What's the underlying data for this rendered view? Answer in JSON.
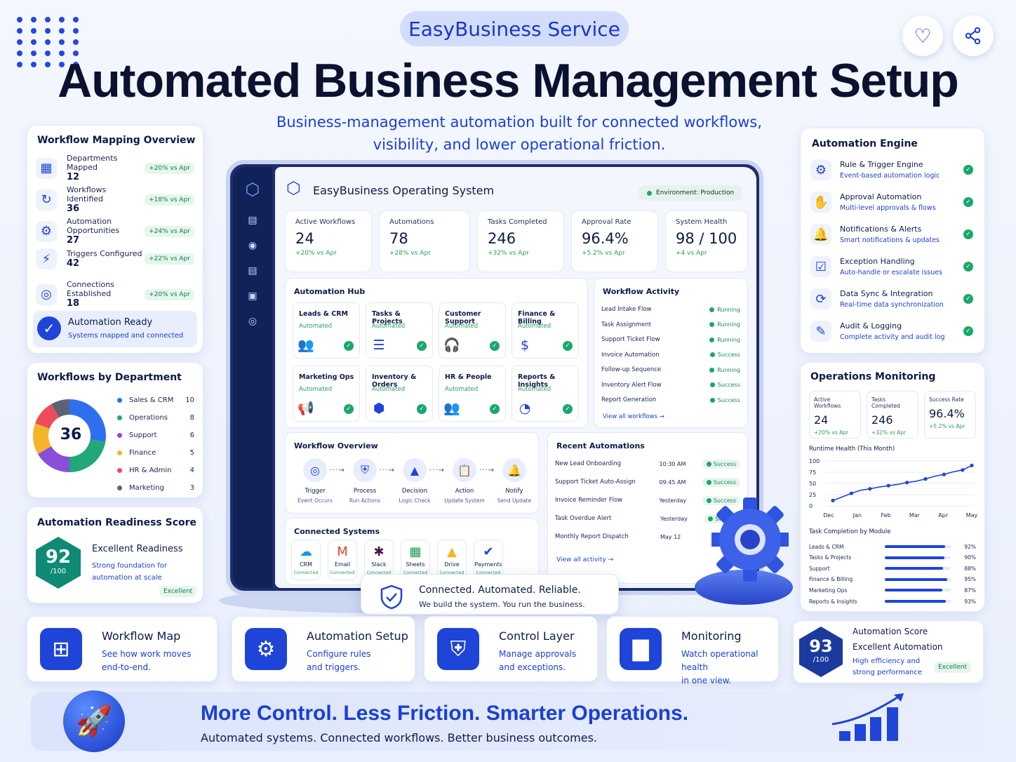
{
  "header": {
    "brand_pill": "EasyBusiness Service",
    "title": "Automated Business Management Setup",
    "subtitle_line1": "Business-management automation built for connected workflows,",
    "subtitle_line2": "visibility, and lower operational friction."
  },
  "actions": {
    "favorite_icon": "heart-icon",
    "share_icon": "share-icon"
  },
  "workflow_mapping": {
    "title": "Workflow Mapping Overview",
    "items": [
      {
        "label": "Departments Mapped",
        "value": "12",
        "delta": "+20% vs Apr",
        "icon": "building-icon"
      },
      {
        "label": "Workflows Identified",
        "value": "36",
        "delta": "+18% vs Apr",
        "icon": "cycle-icon"
      },
      {
        "label": "Automation Opportunities",
        "value": "27",
        "delta": "+24% vs Apr",
        "icon": "gear-icon"
      },
      {
        "label": "Triggers Configured",
        "value": "42",
        "delta": "+22% vs Apr",
        "icon": "bolt-icon"
      },
      {
        "label": "Connections Established",
        "value": "18",
        "delta": "+20% vs Apr",
        "icon": "network-icon"
      }
    ],
    "ready_title": "Automation Ready",
    "ready_sub": "Systems mapped and connected"
  },
  "dept": {
    "title": "Workflows by Department",
    "total": "36",
    "items": [
      {
        "name": "Sales & CRM",
        "value": 10,
        "color": "#2e6ff0"
      },
      {
        "name": "Operations",
        "value": 8,
        "color": "#22a779"
      },
      {
        "name": "Support",
        "value": 6,
        "color": "#8a4fd8"
      },
      {
        "name": "Finance",
        "value": 5,
        "color": "#f5b42a"
      },
      {
        "name": "HR & Admin",
        "value": 4,
        "color": "#ef4b5c"
      },
      {
        "name": "Marketing",
        "value": 3,
        "color": "#5b6476"
      }
    ]
  },
  "readiness": {
    "title": "Automation Readiness Score",
    "score": "92",
    "denom": "/100",
    "head": "Excellent Readiness",
    "desc1": "Strong foundation for",
    "desc2": "automation at scale",
    "badge": "Excellent"
  },
  "os": {
    "app_title": "EasyBusiness Operating System",
    "env": "Environment: Production",
    "kpis": [
      {
        "label": "Active Workflows",
        "value": "24",
        "delta": "+20% vs Apr"
      },
      {
        "label": "Automations",
        "value": "78",
        "delta": "+28% vs Apr"
      },
      {
        "label": "Tasks Completed",
        "value": "246",
        "delta": "+32% vs Apr"
      },
      {
        "label": "Approval Rate",
        "value": "96.4%",
        "delta": "+5.2% vs Apr"
      },
      {
        "label": "System Health",
        "value": "98 / 100",
        "delta": "+4 vs Apr"
      }
    ],
    "hub_title": "Automation Hub",
    "hub": [
      {
        "name": "Leads & CRM",
        "status": "Automated",
        "icon": "users-icon"
      },
      {
        "name": "Tasks & Projects",
        "status": "Automated",
        "icon": "checklist-icon"
      },
      {
        "name": "Customer Support",
        "status": "Automated",
        "icon": "headset-icon"
      },
      {
        "name": "Finance & Billing",
        "status": "Automated",
        "icon": "dollar-icon"
      },
      {
        "name": "Marketing Ops",
        "status": "Automated",
        "icon": "megaphone-icon"
      },
      {
        "name": "Inventory & Orders",
        "status": "Automated",
        "icon": "box-icon"
      },
      {
        "name": "HR & People",
        "status": "Automated",
        "icon": "people-icon"
      },
      {
        "name": "Reports & Insights",
        "status": "Automated",
        "icon": "pie-icon"
      }
    ],
    "activity_title": "Workflow Activity",
    "activity": [
      {
        "name": "Lead Intake Flow",
        "status": "Running"
      },
      {
        "name": "Task Assignment",
        "status": "Running"
      },
      {
        "name": "Support Ticket Flow",
        "status": "Running"
      },
      {
        "name": "Invoice Automation",
        "status": "Success"
      },
      {
        "name": "Follow-up Sequence",
        "status": "Running"
      },
      {
        "name": "Inventory Alert Flow",
        "status": "Success"
      },
      {
        "name": "Report Generation",
        "status": "Success"
      }
    ],
    "activity_link": "View all workflows →",
    "overview_title": "Workflow Overview",
    "steps": [
      {
        "name": "Trigger",
        "sub": "Event Occurs",
        "icon": "target-icon"
      },
      {
        "name": "Process",
        "sub": "Run Actions",
        "icon": "shield-check-icon"
      },
      {
        "name": "Decision",
        "sub": "Logic Check",
        "icon": "decision-icon"
      },
      {
        "name": "Action",
        "sub": "Update System",
        "icon": "clipboard-icon"
      },
      {
        "name": "Notify",
        "sub": "Send Update",
        "icon": "bell-icon"
      }
    ],
    "recent_title": "Recent Automations",
    "recent": [
      {
        "name": "New Lead Onboarding",
        "time": "10:30 AM",
        "status": "Success"
      },
      {
        "name": "Support Ticket Auto-Assign",
        "time": "09:45 AM",
        "status": "Success"
      },
      {
        "name": "Invoice Reminder Flow",
        "time": "Yesterday",
        "status": "Success"
      },
      {
        "name": "Task Overdue Alert",
        "time": "Yesterday",
        "status": "Succ"
      },
      {
        "name": "Monthly Report Dispatch",
        "time": "May 12",
        "status": ""
      }
    ],
    "recent_link": "View all activity →",
    "systems_title": "Connected Systems",
    "systems": [
      {
        "name": "CRM",
        "status": "Connected",
        "icon": "cloud-icon",
        "color": "#1798e0"
      },
      {
        "name": "Email",
        "status": "Connected",
        "icon": "gmail-icon",
        "color": "#e0412f"
      },
      {
        "name": "Slack",
        "status": "Connected",
        "icon": "slack-icon",
        "color": "#4a154b"
      },
      {
        "name": "Sheets",
        "status": "Connected",
        "icon": "sheets-icon",
        "color": "#1e9a52"
      },
      {
        "name": "Drive",
        "status": "Connected",
        "icon": "drive-icon",
        "color": "#f5b42a"
      },
      {
        "name": "Payments",
        "status": "Connected",
        "icon": "check-circle-icon",
        "color": "#1f44d8"
      }
    ]
  },
  "tagline": {
    "title": "Connected. Automated. Reliable.",
    "sub": "We build the system. You run the business."
  },
  "engine": {
    "title": "Automation Engine",
    "items": [
      {
        "name": "Rule & Trigger Engine",
        "desc": "Event-based automation logic",
        "icon": "rules-icon"
      },
      {
        "name": "Approval Automation",
        "desc": "Multi-level approvals & flows",
        "icon": "approval-icon"
      },
      {
        "name": "Notifications & Alerts",
        "desc": "Smart notifications & updates",
        "icon": "bell-icon"
      },
      {
        "name": "Exception Handling",
        "desc": "Auto-handle or escalate issues",
        "icon": "exception-icon"
      },
      {
        "name": "Data Sync & Integration",
        "desc": "Real-time data synchronization",
        "icon": "sync-icon"
      },
      {
        "name": "Audit & Logging",
        "desc": "Complete activity and audit log",
        "icon": "audit-icon"
      }
    ]
  },
  "monitoring": {
    "title": "Operations Monitoring",
    "kpis": [
      {
        "label": "Active Workflows",
        "value": "24",
        "delta": "+20% vs Apr"
      },
      {
        "label": "Tasks Completed",
        "value": "246",
        "delta": "+32% vs Apr"
      },
      {
        "label": "Success Rate",
        "value": "96.4%",
        "delta": "+5.2% vs Apr"
      }
    ],
    "runtime_title": "Runtime Health (This Month)",
    "modules_title": "Task Completion by Module",
    "modules": [
      {
        "name": "Leads & CRM",
        "pct": "92%",
        "value": 92
      },
      {
        "name": "Tasks & Projects",
        "pct": "90%",
        "value": 90
      },
      {
        "name": "Support",
        "pct": "88%",
        "value": 88
      },
      {
        "name": "Finance & Billing",
        "pct": "95%",
        "value": 95
      },
      {
        "name": "Marketing Ops",
        "pct": "87%",
        "value": 87
      },
      {
        "name": "Reports & Insights",
        "pct": "93%",
        "value": 93
      }
    ]
  },
  "chart_data": {
    "type": "line",
    "x": [
      "Dec",
      "Jan",
      "Feb",
      "Mar",
      "Apr",
      "May"
    ],
    "ylim": [
      0,
      100
    ],
    "yticks": [
      "100",
      "75",
      "50",
      "25",
      "0"
    ],
    "series": [
      {
        "values": [
          12,
          20,
          28,
          35,
          38,
          42,
          45,
          48,
          52,
          55,
          60,
          66,
          70,
          76,
          80,
          90
        ]
      }
    ]
  },
  "features": [
    {
      "title": "Workflow Map",
      "d1": "See how work moves",
      "d2": "end-to-end.",
      "icon": "sitemap-icon"
    },
    {
      "title": "Automation Setup",
      "d1": "Configure rules",
      "d2": "and triggers.",
      "icon": "gear-icon"
    },
    {
      "title": "Control Layer",
      "d1": "Manage approvals",
      "d2": "and exceptions.",
      "icon": "shield-icon"
    },
    {
      "title": "Monitoring",
      "d1": "Watch operational health",
      "d2": "in one view.",
      "icon": "bar-chart-icon"
    }
  ],
  "score": {
    "title": "Automation Score",
    "value": "93",
    "denom": "/100",
    "head": "Excellent Automation",
    "d1": "High efficiency and",
    "d2": "strong performance",
    "badge": "Excellent"
  },
  "footer": {
    "title": "More Control. Less Friction. Smarter Operations.",
    "sub": "Automated systems. Connected workflows. Better business outcomes.",
    "icon": "rocket-icon"
  },
  "colors": {
    "accent": "#1a3fd6",
    "navy": "#102257",
    "success": "#1aa76a"
  }
}
